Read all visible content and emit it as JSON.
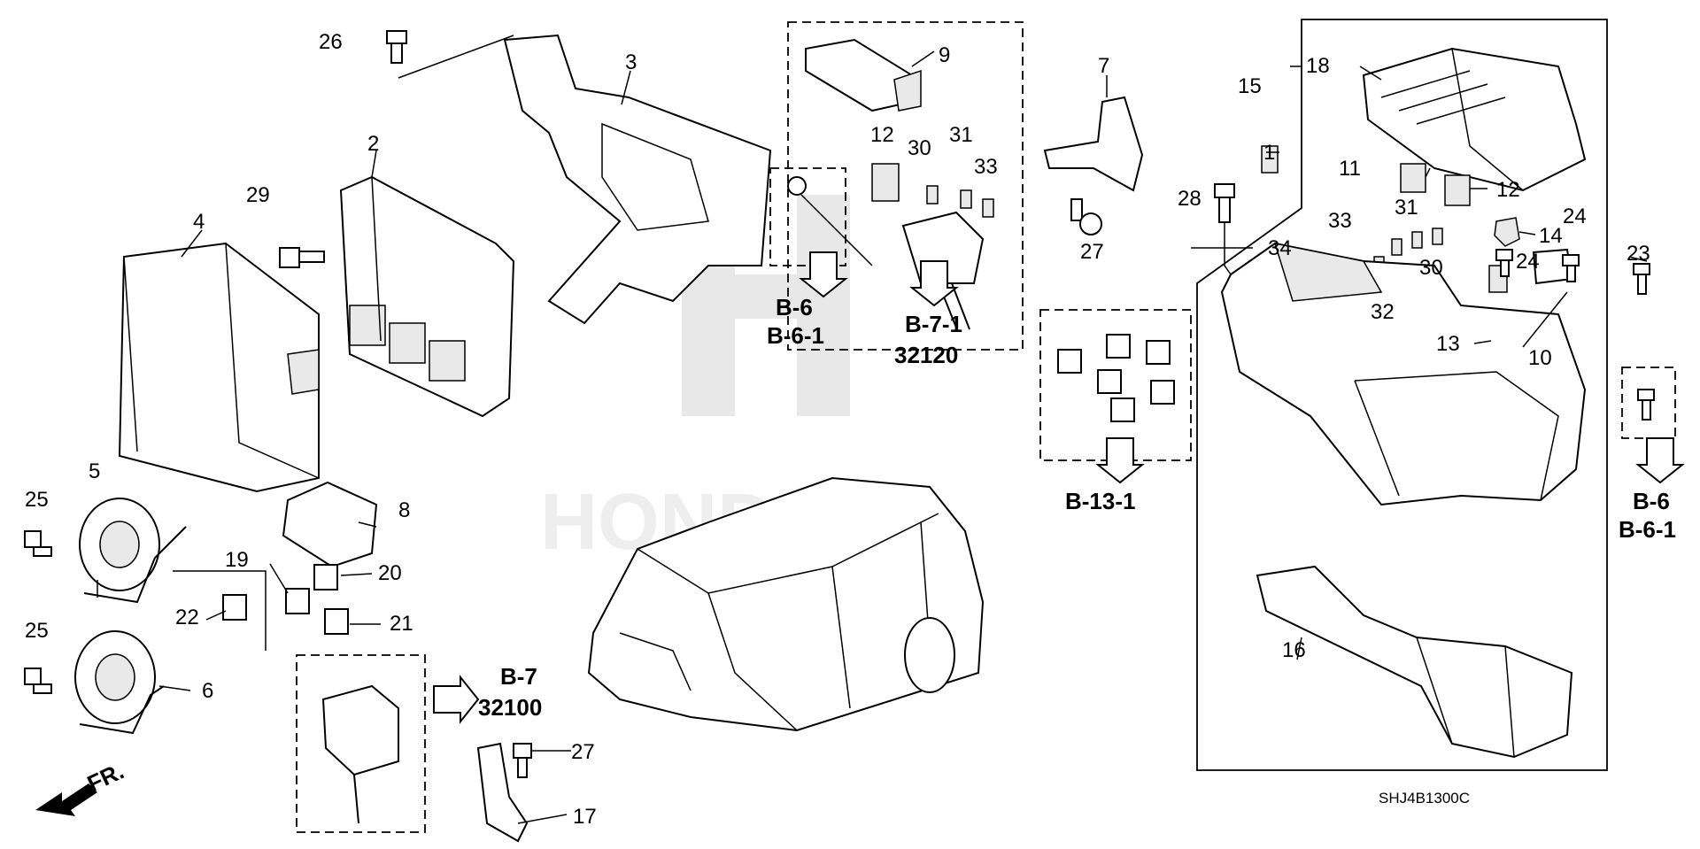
{
  "diagram": {
    "code": "SHJ4B1300C",
    "direction_label": "FR.",
    "watermark": "HONDA",
    "part_numbers": [
      "1",
      "2",
      "3",
      "4",
      "5",
      "6",
      "7",
      "8",
      "9",
      "10",
      "11",
      "12",
      "13",
      "14",
      "15",
      "16",
      "17",
      "18",
      "19",
      "20",
      "21",
      "22",
      "23",
      "24",
      "25",
      "26",
      "27",
      "28",
      "29",
      "30",
      "31",
      "32",
      "33",
      "34"
    ],
    "labels": {
      "n1": "1",
      "n2": "2",
      "n3": "3",
      "n4": "4",
      "n5": "5",
      "n6": "6",
      "n7": "7",
      "n8": "8",
      "n9": "9",
      "n10": "10",
      "n11": "11",
      "n12a": "12",
      "n12b": "12",
      "n13": "13",
      "n14": "14",
      "n15": "15",
      "n16": "16",
      "n17": "17",
      "n18": "18",
      "n19": "19",
      "n20": "20",
      "n21": "21",
      "n22": "22",
      "n23": "23",
      "n24a": "24",
      "n24b": "24",
      "n25a": "25",
      "n25b": "25",
      "n26": "26",
      "n27a": "27",
      "n27b": "27",
      "n28": "28",
      "n29": "29",
      "n30a": "30",
      "n30b": "30",
      "n31a": "31",
      "n31b": "31",
      "n32": "32",
      "n33a": "33",
      "n33b": "33",
      "n34": "34"
    },
    "references": {
      "ref_b6_center": "B-6",
      "ref_b61_center": "B-6-1",
      "ref_b71": "B-7-1",
      "ref_32120": "32120",
      "ref_b131": "B-13-1",
      "ref_b6_right": "B-6",
      "ref_b61_right": "B-6-1",
      "ref_b7": "B-7",
      "ref_32100": "32100"
    }
  }
}
